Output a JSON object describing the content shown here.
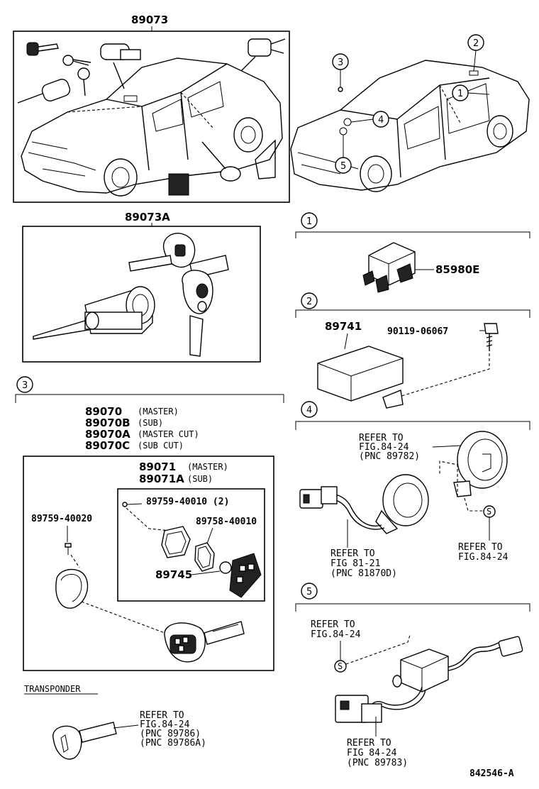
{
  "top_left": {
    "part": "89073"
  },
  "top_right": {
    "callouts": [
      "3",
      "2",
      "1",
      "4",
      "5"
    ]
  },
  "kit": {
    "part": "89073A"
  },
  "sec1": {
    "tag": "1",
    "part": "85980E"
  },
  "sec2": {
    "tag": "2",
    "case": "89741",
    "bolt": "90119-06067"
  },
  "sec3": {
    "tag": "3",
    "keys": [
      {
        "pn": "89070",
        "desc": "(MASTER)"
      },
      {
        "pn": "89070B",
        "desc": "(SUB)"
      },
      {
        "pn": "89070A",
        "desc": "(MASTER CUT)"
      },
      {
        "pn": "89070C",
        "desc": "(SUB CUT)"
      }
    ],
    "transmitter": [
      {
        "pn": "89071",
        "desc": "(MASTER)"
      },
      {
        "pn": "89071A",
        "desc": "(SUB)"
      }
    ],
    "screw_a": "89759-40010 (2)",
    "cover": "89758-40010",
    "battery": "89745",
    "screw_b": "89759-40020",
    "transponder": "TRANSPONDER",
    "refer_lines": [
      "REFER TO",
      "FIG.84-24",
      "(PNC 89786)",
      "(PNC 89786A)"
    ]
  },
  "sec4": {
    "tag": "4",
    "refer_a": [
      "REFER TO",
      "FIG.84-24",
      "(PNC 89782)"
    ],
    "refer_b": [
      "REFER TO",
      "FIG 81-21",
      "(PNC 81870D)"
    ],
    "refer_c": [
      "REFER TO",
      "FIG.84-24"
    ],
    "s_mark": "S"
  },
  "sec5": {
    "tag": "5",
    "refer_a": [
      "REFER TO",
      "FIG.84-24"
    ],
    "refer_b": [
      "REFER TO",
      "FIG 84-24",
      "(PNC 89783)"
    ],
    "s_mark": "S"
  },
  "footer": {
    "code": "842546-A"
  }
}
